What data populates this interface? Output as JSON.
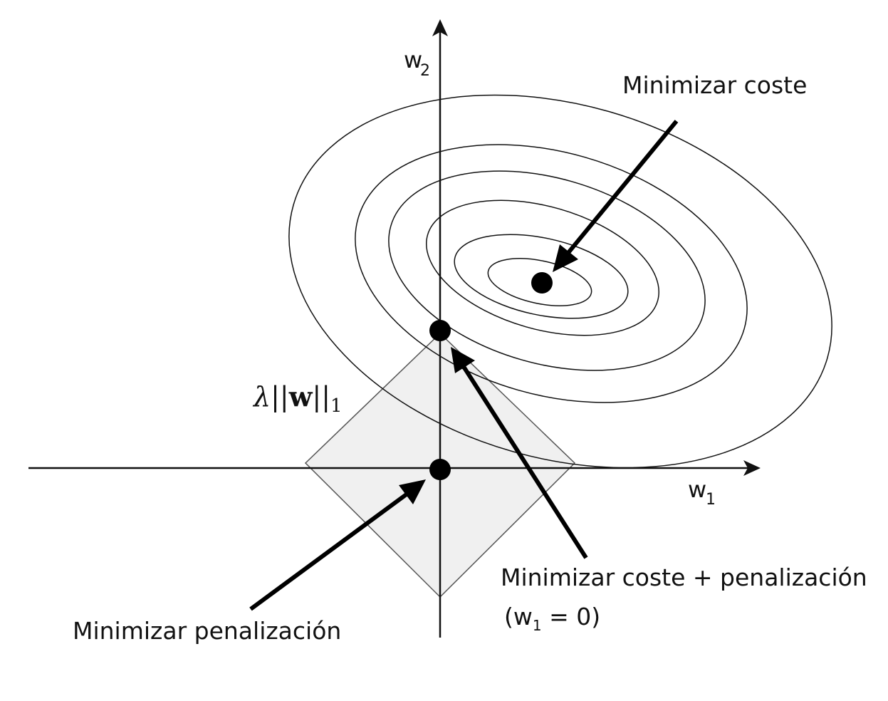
{
  "axes": {
    "x_label": "w",
    "x_subscript": "1",
    "y_label": "w",
    "y_subscript": "2"
  },
  "penalty_region": {
    "norm_lambda": "λ",
    "norm_bars_open": "||",
    "norm_w": "w",
    "norm_bars_close": "||",
    "norm_subscript": "1"
  },
  "annotations": {
    "min_cost": "Minimizar coste",
    "min_cost_penalty": "Minimizar coste + penalización",
    "condition_open": "(w",
    "condition_sub": "1",
    "condition_rest": " = 0)",
    "min_penalty": "Minimizar penalización"
  },
  "colors": {
    "line": "#111111",
    "region_fill": "#f0f0f0",
    "region_stroke": "#555555",
    "point": "#000000"
  }
}
